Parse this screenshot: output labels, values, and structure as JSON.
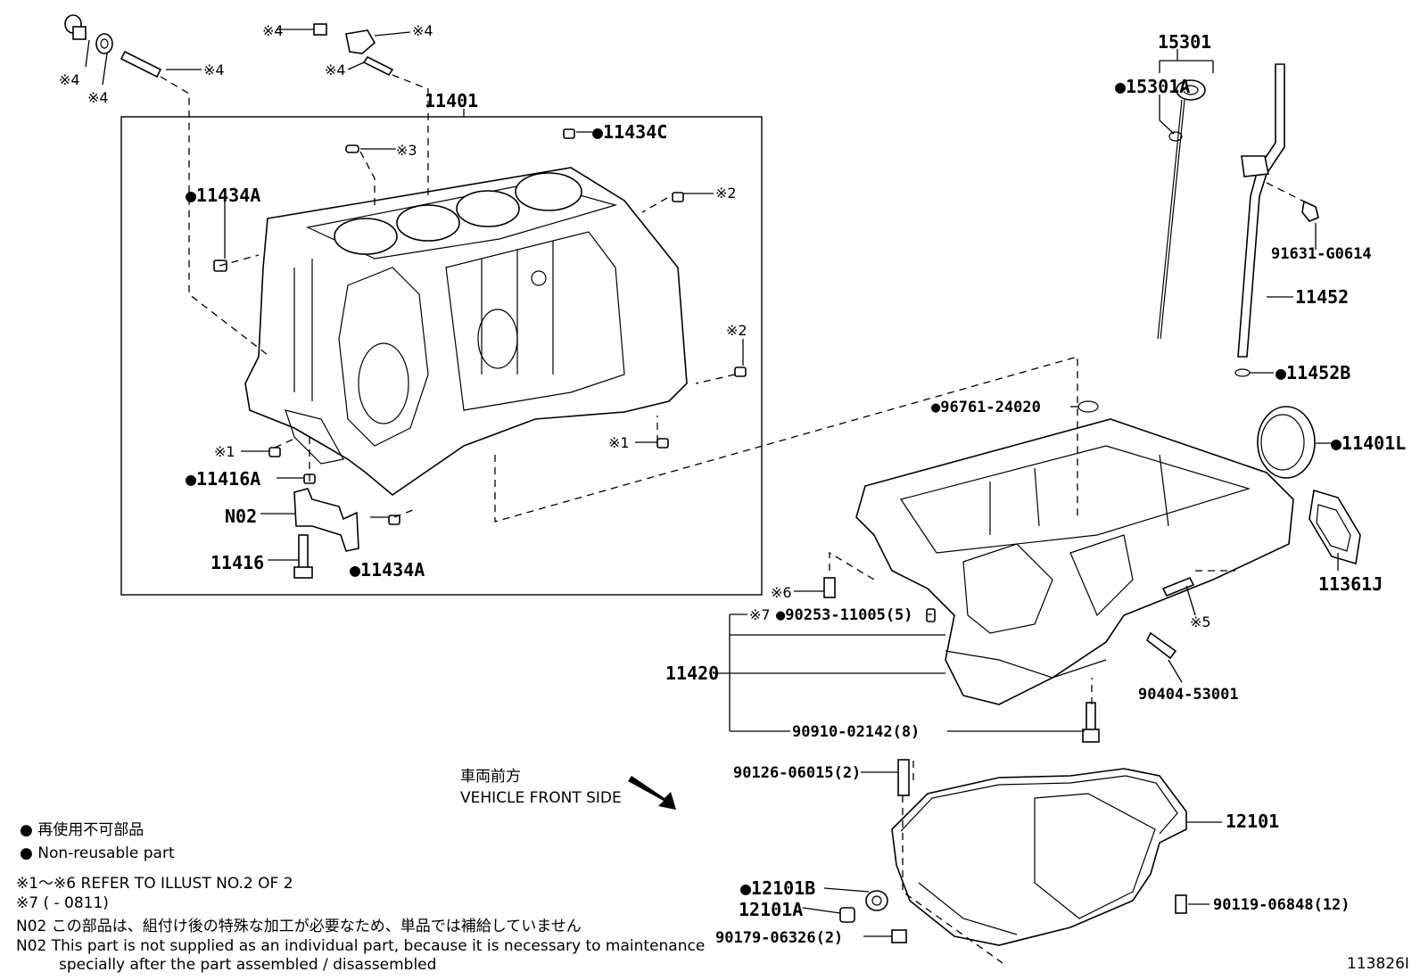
{
  "parts": {
    "p11401": "11401",
    "p11434C": "●11434C",
    "p11434A_top": "●11434A",
    "p11434A_bottom": "●11434A",
    "p11416A": "●11416A",
    "pN02": "N02",
    "p11416": "11416",
    "p15301": "15301",
    "p15301A": "●15301A",
    "p91631": "91631-G0614",
    "p11452": "11452",
    "p11452B": "●11452B",
    "p96761": "●96761-24020",
    "p11401L": "●11401L",
    "p11361J": "11361J",
    "p90253": "●90253-11005(5)",
    "p11420": "11420",
    "p90404": "90404-53001",
    "p90910": "90910-02142(8)",
    "p90126": "90126-06015(2)",
    "p12101": "12101",
    "p12101B": "●12101B",
    "p12101A": "12101A",
    "p90119": "90119-06848(12)",
    "p90179": "90179-06326(2)"
  },
  "refs": {
    "r4a": "※4",
    "r4b": "※4",
    "r4c": "※4",
    "r4d": "※4",
    "r4e": "※4",
    "r4f": "※4",
    "r3": "※3",
    "r2a": "※2",
    "r2b": "※2",
    "r1a": "※1",
    "r1b": "※1",
    "r6": "※6",
    "r7": "※7",
    "r5": "※5"
  },
  "direction": {
    "jp": "車両前方",
    "en": "VEHICLE FRONT SIDE"
  },
  "legend": {
    "line1": "● 再使用不可部品",
    "line2": "● Non-reusable part",
    "line3": "※1～※6 REFER TO ILLUST NO.2 OF 2",
    "line4": "※7 (         - 0811)",
    "line5": "N02  この部品は、組付け後の特殊な加工が必要なため、単品では補給していません",
    "line6": "N02  This part is not supplied as an individual part, because it is necessary to maintenance",
    "line7": "specially after the part assembled / disassembled"
  },
  "illust_id": "113826I"
}
